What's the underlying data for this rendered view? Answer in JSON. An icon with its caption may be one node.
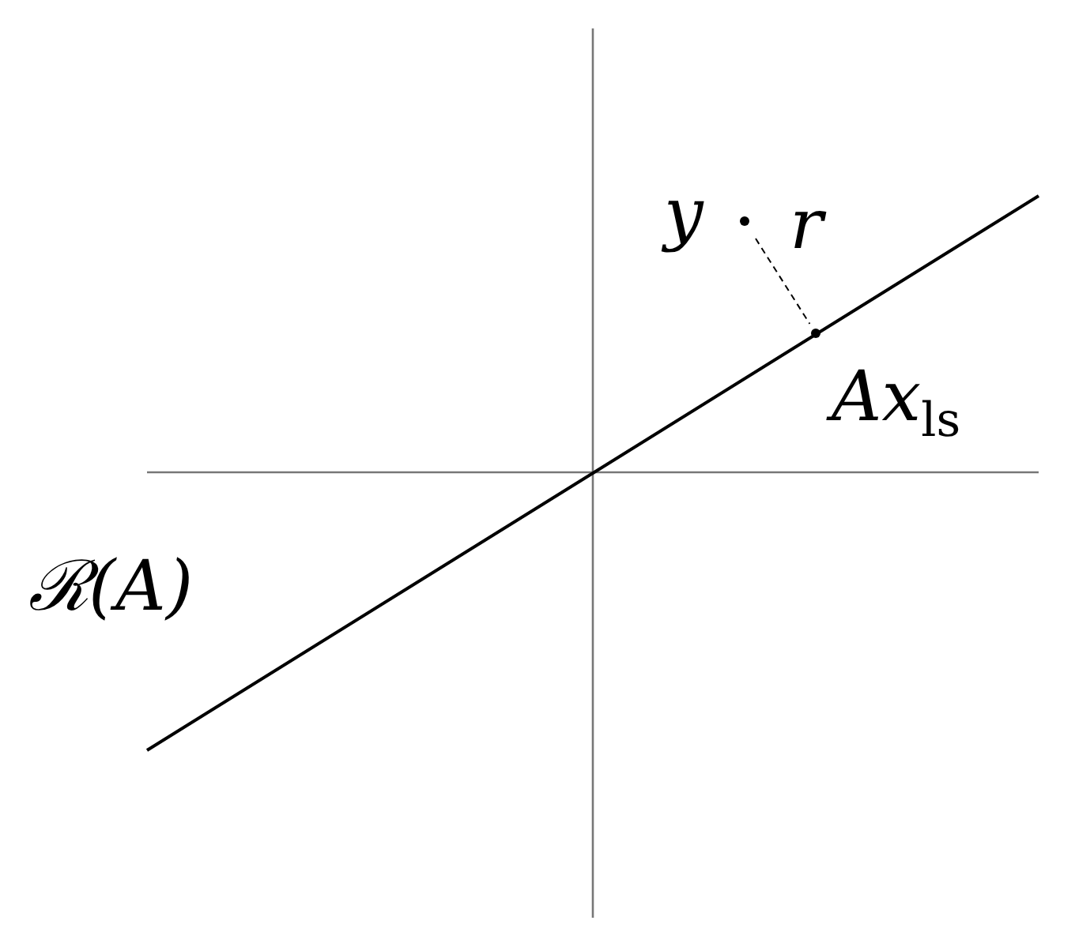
{
  "diagram": {
    "nodes": [
      {
        "text": [
          "y"
        ]
      },
      {
        "text": [
          "Ax$_{ls}$"
        ]
      }
    ],
    "edges": [
      {
        "from": 0,
        "to": 1,
        "arrow": "none",
        "style": "dashed",
        "label": "r"
      }
    ],
    "labels": [
      "ℛ(A)"
    ]
  }
}
